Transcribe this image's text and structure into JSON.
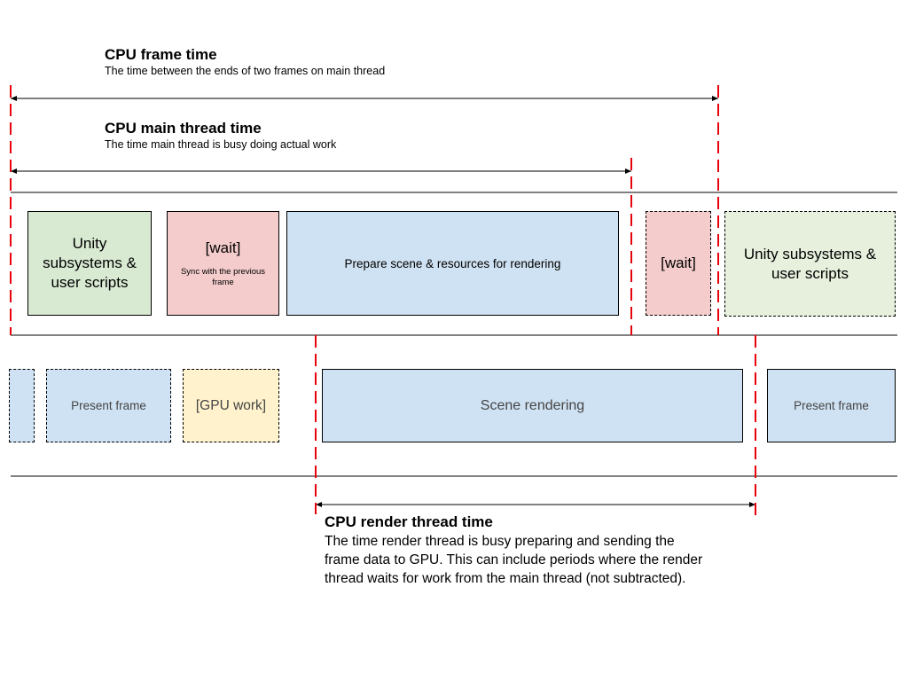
{
  "cpu_frame_time": {
    "title": "CPU frame time",
    "subtitle": "The time between the ends of two frames on main thread"
  },
  "cpu_main_thread_time": {
    "title": "CPU main thread time",
    "subtitle": "The time main thread is busy doing actual work"
  },
  "main_thread_blocks": [
    {
      "label": "Unity subsystems & user scripts"
    },
    {
      "label": "[wait]",
      "sublabel": "Sync with the previous frame"
    },
    {
      "label": "Prepare scene & resources for rendering"
    },
    {
      "label": "[wait]"
    },
    {
      "label": "Unity subsystems & user scripts"
    }
  ],
  "render_thread_blocks": [
    {
      "label": ""
    },
    {
      "label": "Present frame"
    },
    {
      "label": "[GPU work]"
    },
    {
      "label": "Scene rendering"
    },
    {
      "label": "Present frame"
    }
  ],
  "cpu_render_thread_time": {
    "title": "CPU render thread time",
    "description_lines": [
      "The time render thread is busy preparing and sending the",
      "frame data to GPU. This can include periods where the render",
      "thread waits for work from the main thread (not subtracted)."
    ]
  },
  "colors": {
    "marker": "#e8000b",
    "main_green": "#d9ead3",
    "wait_pink": "#f4cccc",
    "render_blue": "#cfe2f3",
    "gpu_yellow": "#fff2cc"
  }
}
